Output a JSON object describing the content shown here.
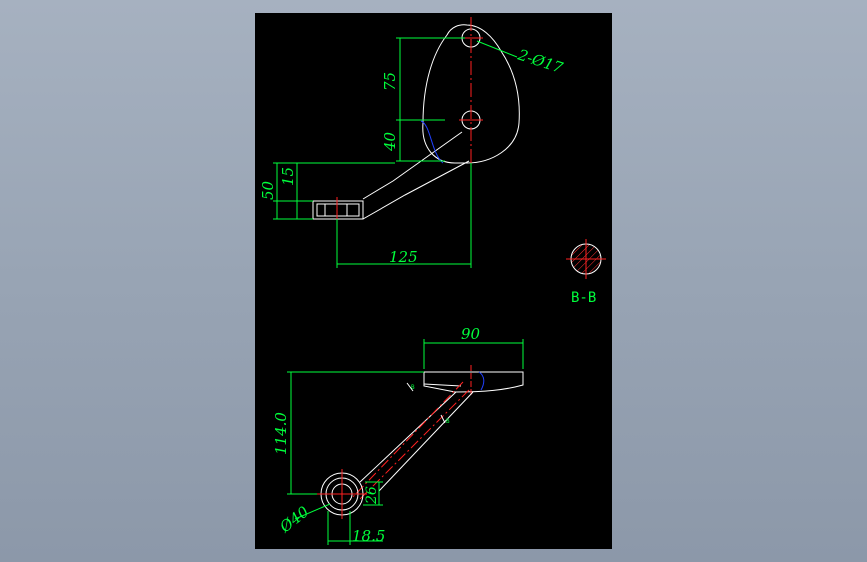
{
  "colors": {
    "background": "#000000",
    "outline": "#ffffff",
    "dimension": "#00ff3c",
    "centerline": "#ff2020",
    "hidden_arc": "#2040ff",
    "window": "#9aa6b6"
  },
  "drawing": {
    "top_view": {
      "dims": {
        "holes": "2-Ø17",
        "d75": "75",
        "d40": "40",
        "d50": "50",
        "d15": "15",
        "d125": "125"
      }
    },
    "section": {
      "label": "B-B"
    },
    "front_view": {
      "dims": {
        "d90": "90",
        "d114": "114.0",
        "d26": "26",
        "d40dia": "Ø40",
        "d18_5": "18.5"
      },
      "cut_marks": [
        "B",
        "B"
      ]
    }
  }
}
